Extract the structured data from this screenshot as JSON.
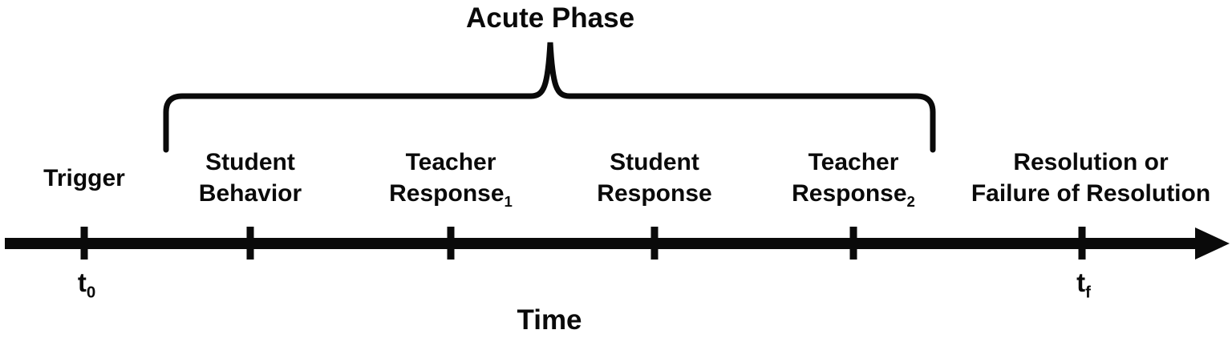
{
  "figure": {
    "phase_title": "Acute Phase",
    "events": [
      {
        "line1": "Trigger",
        "line2": "",
        "sub": ""
      },
      {
        "line1": "Student",
        "line2": "Behavior",
        "sub": ""
      },
      {
        "line1": "Teacher",
        "line2": "Response",
        "sub": "1"
      },
      {
        "line1": "Student",
        "line2": "Response",
        "sub": ""
      },
      {
        "line1": "Teacher",
        "line2": "Response",
        "sub": "2"
      },
      {
        "line1": "Resolution or",
        "line2": "Failure of Resolution",
        "sub": ""
      }
    ],
    "axis": {
      "start_main": "t",
      "start_sub": "0",
      "end_main": "t",
      "end_sub": "f",
      "axis_label": "Time"
    },
    "colors": {
      "ink": "#0a0a0a",
      "background": "#ffffff"
    }
  }
}
